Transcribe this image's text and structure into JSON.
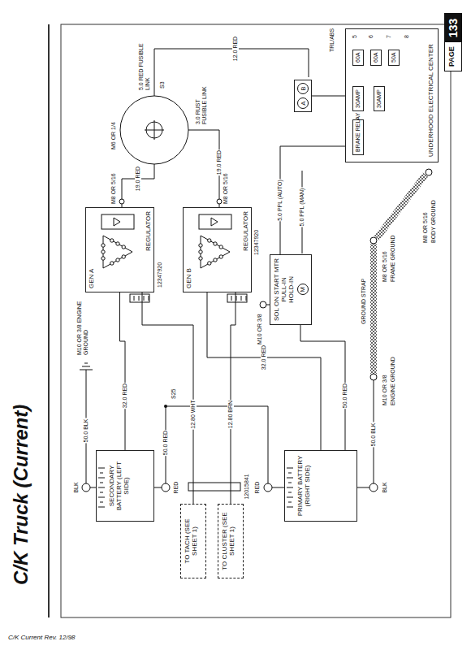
{
  "diagram": {
    "title": "C/K Truck (Current)",
    "nodes": [
      {
        "text": [
          "SECONDARY BATTERY (LEFT SIDE)"
        ]
      },
      {
        "text": [
          "PRIMARY BATTERY (RIGHT SIDE)"
        ]
      },
      {
        "text": [
          "TO TACH (SEE SHEET 1)"
        ]
      },
      {
        "text": [
          "TO CLUSTER (SEE SHEET 1)"
        ]
      },
      {
        "text": [
          "GEN A",
          "REGULATOR"
        ]
      },
      {
        "text": [
          "GEN B",
          "REGULATOR"
        ]
      },
      {
        "text": [
          "SOL ON START MTR",
          "PULL-IN",
          "HOLD-IN",
          "M"
        ]
      },
      {
        "text": [
          "A",
          "B"
        ]
      },
      {
        "text": [
          "UNDERHOOD ELECTRICAL CENTER"
        ]
      },
      {
        "text": [
          "BRAKE RELAY"
        ],
        "in": 8
      },
      {
        "text": [
          "30AMP"
        ],
        "in": 8
      },
      {
        "text": [
          "30AMP"
        ],
        "in": 8
      },
      {
        "text": [
          "60A"
        ],
        "in": 8
      },
      {
        "text": [
          "60A"
        ],
        "in": 8
      },
      {
        "text": [
          "50A"
        ],
        "in": 8
      },
      {
        "text": [
          "PAGE",
          "133"
        ]
      }
    ],
    "edges": [
      {
        "from": 0,
        "to": 4,
        "label": "32.0 RED",
        "arrow": "none"
      },
      {
        "from": 1,
        "to": 5,
        "label": "32.0 RED",
        "arrow": "none"
      },
      {
        "from": 1,
        "to": 6,
        "label": "50.0 RED",
        "arrow": "none"
      },
      {
        "from": 4,
        "to": 2,
        "label": "12.80 WHT",
        "arrow": "none"
      },
      {
        "from": 5,
        "to": 3,
        "label": "12.80 BRN",
        "arrow": "none"
      },
      {
        "from": 6,
        "to": 8,
        "label": "5.0 PPL (AUTO)",
        "arrow": "none"
      },
      {
        "from": 7,
        "to": 8,
        "arrow": "none"
      }
    ],
    "labels": [
      "BLK",
      "50.0 BLK",
      "M10 OR 3/8 ENGINE GROUND",
      "RED",
      "50.0 RED",
      "S25",
      "12015841",
      "RED",
      "BLK",
      "50.0 BLK",
      "M10 OR 3/8",
      "ENGINE GROUND",
      "12347920",
      "12347920",
      "M8 OR 5/16",
      "19.0 RED",
      "M8 OR 5/16",
      "19.0 RED",
      "3.0 RUST FUSIBLE LINK",
      "M6 OR 1/4",
      "5.0 RED FUSIBLE LINK",
      "12.0 RED",
      "S3",
      "M10 OR 3/8",
      "5.0 PPL (MAN)",
      "TRL/ABS",
      "GROUND STRAP",
      "M8 OR 5/16",
      "FRAME GROUND",
      "M8 OR 5/16",
      "BODY GROUND",
      "5",
      "6",
      "7",
      "8",
      "C/K Current Rev. 12/98"
    ]
  }
}
